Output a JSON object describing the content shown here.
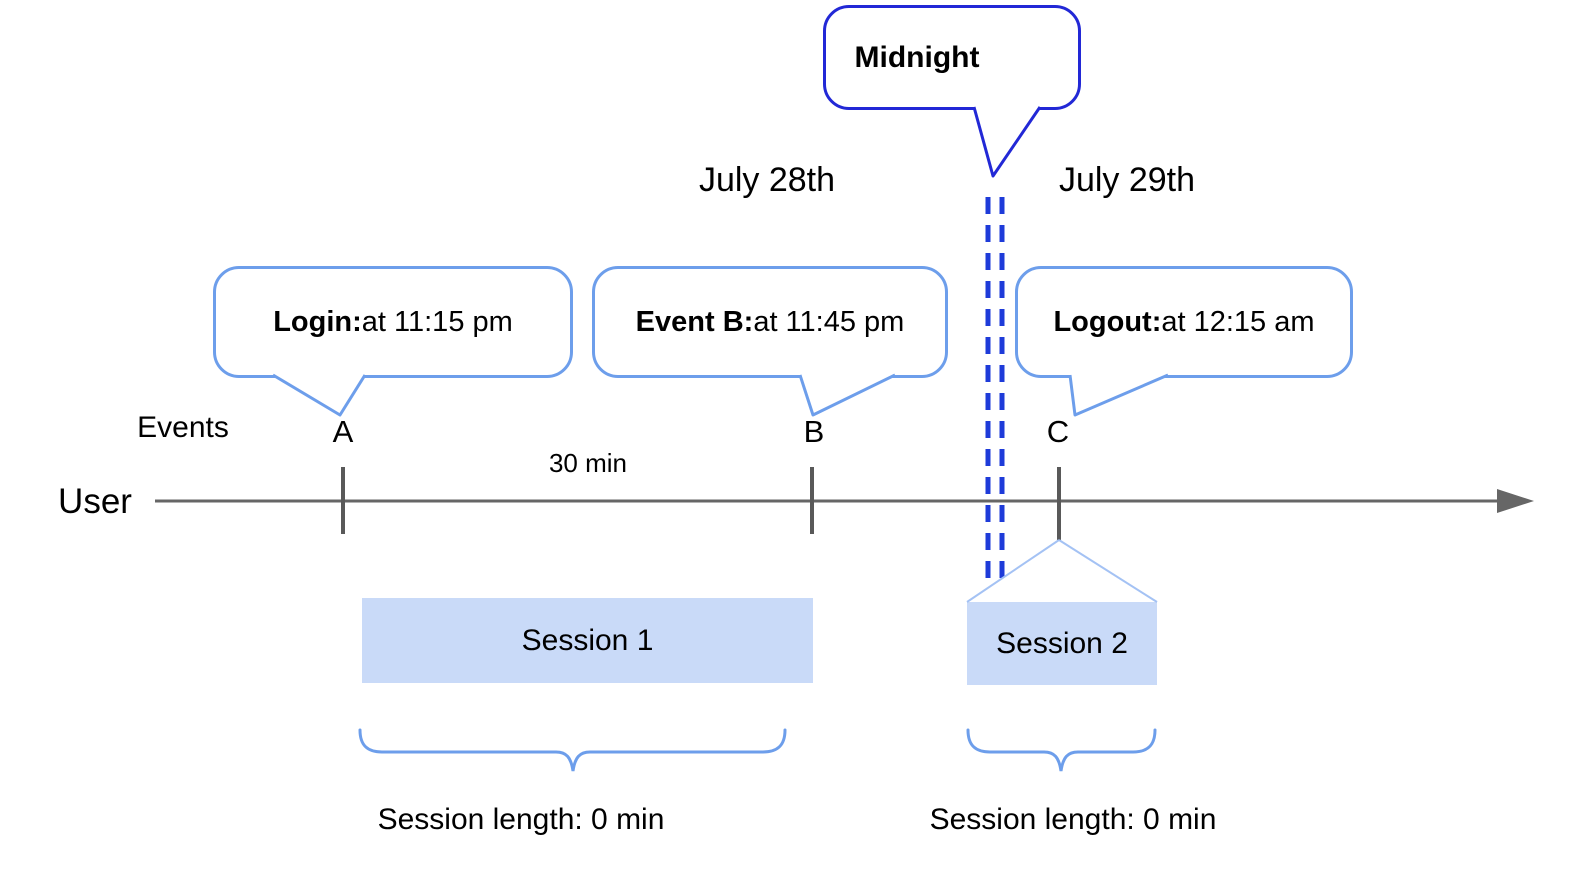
{
  "timeline": {
    "row_label": "User",
    "events_label": "Events",
    "interval_label": "30 min"
  },
  "dates": {
    "before": "July 28th",
    "after": "July 29th"
  },
  "midnight_callout": {
    "label": "Midnight"
  },
  "event_callouts": [
    {
      "marker": "A",
      "title": "Login:",
      "detail": " at 11:15 pm"
    },
    {
      "marker": "B",
      "title": "Event B:",
      "detail": " at 11:45 pm"
    },
    {
      "marker": "C",
      "title": "Logout:",
      "detail": " at 12:15 am"
    }
  ],
  "sessions": [
    {
      "label": "Session 1",
      "length_label": "Session length: 0 min"
    },
    {
      "label": "Session 2",
      "length_label": "Session length: 0 min"
    }
  ],
  "colors": {
    "callout_border": "#6d9eeb",
    "midnight_border": "#2228d6",
    "midnight_dash": "#1e3bd9",
    "session_fill": "#c9daf8",
    "funnel_line": "#a4c2f4",
    "axis_line": "#666666",
    "tick": "#595959",
    "text": "#000000"
  }
}
